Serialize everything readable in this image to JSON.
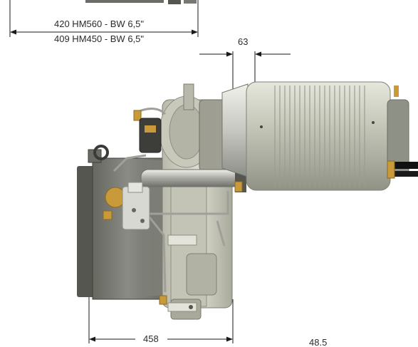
{
  "dimensions": {
    "top_label_1": "420 HM560 - BW 6,5\"",
    "top_label_2": "409 HM450 - BW 6,5\"",
    "offset_label": "63",
    "bottom_label": "458",
    "corner_label": "48.5"
  },
  "colors": {
    "shell": "#c9cbbd",
    "shell_dark": "#8f9284",
    "housing": "#7b7c78",
    "housing_dark": "#4e4f4c",
    "casting": "#d3d3c6",
    "brass": "#c99a3a",
    "line": "#1a1a1a"
  }
}
